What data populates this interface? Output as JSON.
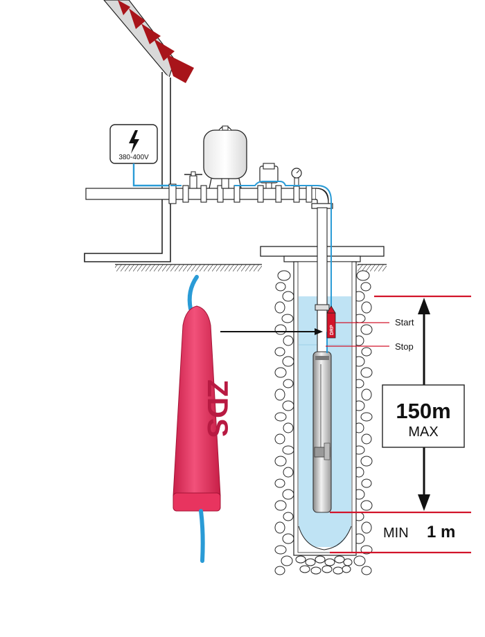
{
  "power_box": {
    "voltage": "380-400V",
    "icon": "lightning-bolt-icon"
  },
  "levels": {
    "start": "Start",
    "stop": "Stop"
  },
  "depth": {
    "max_value": "150m",
    "max_unit": "MAX",
    "min_label": "MIN",
    "min_value": "1 m"
  },
  "sensor": {
    "tag": "DRP",
    "brand": "ZDS"
  },
  "colors": {
    "cable": "#2a9bd6",
    "water": "#bfe3f4",
    "sensor": "#e8345f",
    "marker_line": "#d2142a",
    "roof": "#a8141a",
    "pipe": "#ffffff",
    "outline": "#222222"
  }
}
